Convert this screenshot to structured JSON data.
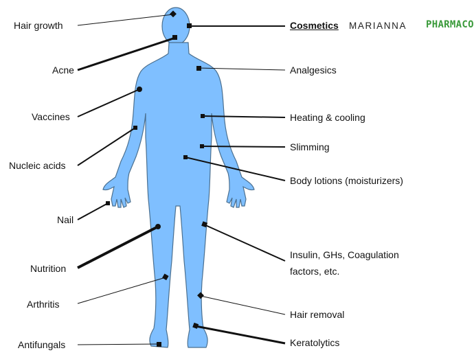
{
  "header": {
    "cosmetics": "Cosmetics",
    "brand1": "MARIANNA",
    "brand2": "PHARMACOS",
    "brand2_color": "#3a9a3a"
  },
  "body_color": "#7fbfff",
  "left_labels": {
    "hair_growth": "Hair growth",
    "acne": "Acne",
    "vaccines": "Vaccines",
    "nucleic_acids": "Nucleic acids",
    "nail": "Nail",
    "nutrition": "Nutrition",
    "arthritis": "Arthritis",
    "antifungals": "Antifungals"
  },
  "right_labels": {
    "analgesics": "Analgesics",
    "heating_cooling": "Heating & cooling",
    "slimming": "Slimming",
    "body_lotions": "Body lotions (moisturizers)",
    "insulin_line1": "Insulin, GHs, Coagulation",
    "insulin_line2": "factors, etc.",
    "hair_removal": "Hair removal",
    "keratolytics": "Keratolytics"
  }
}
